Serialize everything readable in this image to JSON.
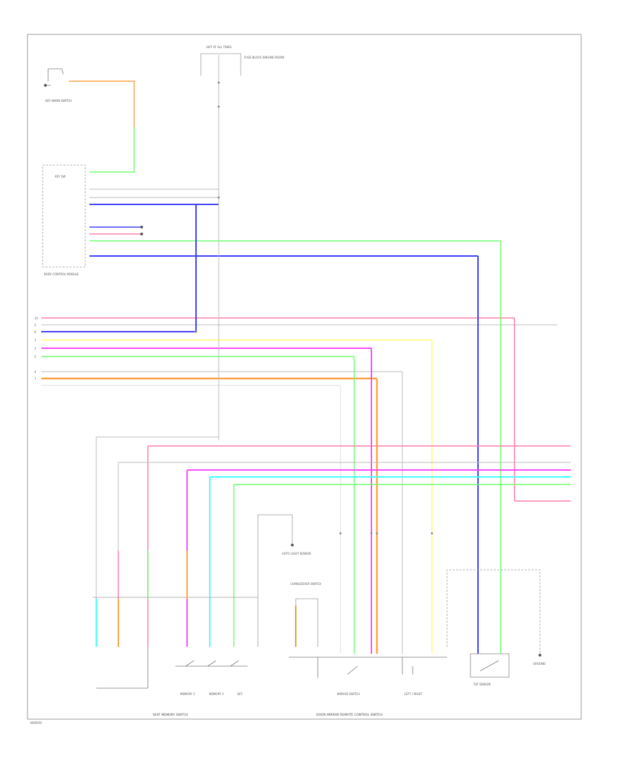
{
  "diagram": {
    "tag": "W00050",
    "colors": {
      "pink": "#ff7aa8",
      "blue": "#3a3aff",
      "green": "#6cff6c",
      "yellow": "#ffff66",
      "orange": "#ffa040",
      "magenta": "#ff44ff",
      "cyan": "#40ffff",
      "lightgreen": "#33dd33",
      "gray": "#bbbbbb",
      "frame": "#999999"
    },
    "labels": {
      "top_fuse": "HOT AT ALL TIMES",
      "fuse_box": "FUSE BLOCK (ENGINE ROOM)",
      "key_warn": "KEY WARN SWITCH",
      "bcm": "BODY CONTROL MODULE",
      "bcm_sub": "KEY SW",
      "seat_memory_switch": "SEAT MEMORY SWITCH",
      "memory_1": "MEMORY 1",
      "memory_2": "MEMORY 2",
      "set": "SET",
      "mirror_control_switch": "DOOR MIRROR REMOTE CONTROL SWITCH",
      "changeover": "CHANGEOVER SWITCH",
      "mirror_switch": "MIRROR SWITCH",
      "auto_light": "AUTO LIGHT SENSOR",
      "tilt": "TILT SENSOR",
      "left_right": "LEFT / RIGHT",
      "ground": "GROUND"
    },
    "connectors": {
      "b1": "10",
      "b2": "2",
      "b3": "6",
      "b4": "1",
      "b5": "3",
      "b6": "5",
      "b7": "4",
      "b8": "7"
    }
  }
}
